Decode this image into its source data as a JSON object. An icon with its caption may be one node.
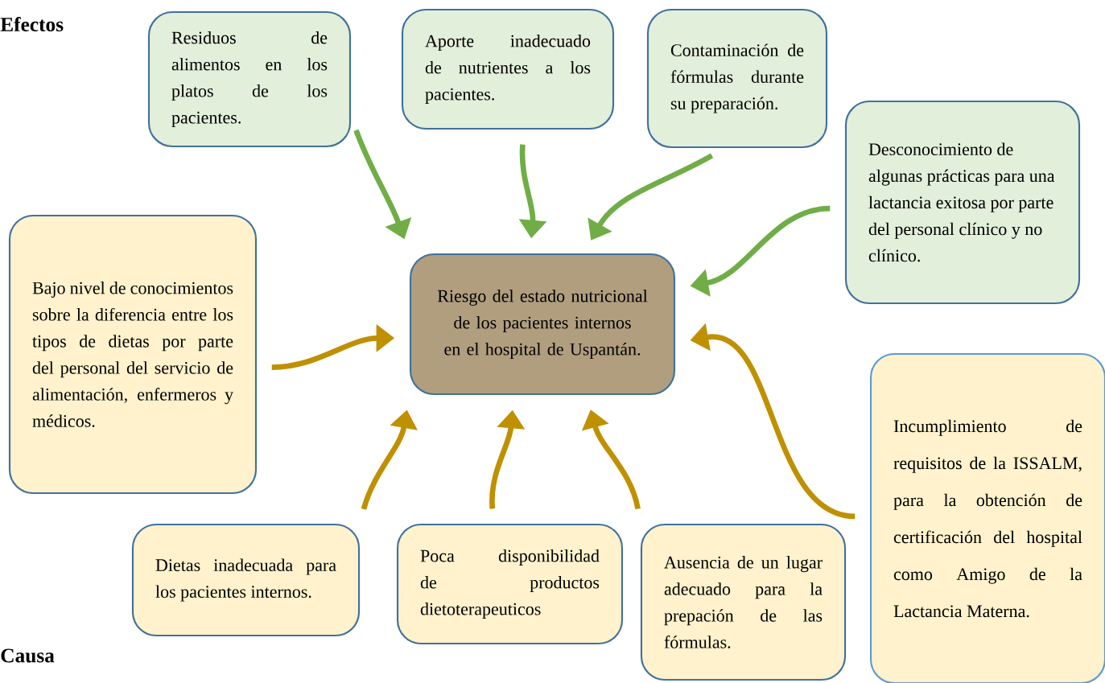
{
  "diagram": {
    "nodes": [
      {
        "text": [
          "Riesgo del estado nutricional de los pacientes internos en el hospital de Uspantán."
        ]
      },
      {
        "text": [
          "Residuos de alimentos en los platos de los pacientes."
        ]
      },
      {
        "text": [
          "Aporte inadecuado de nutrientes a los pacientes."
        ]
      },
      {
        "text": [
          "Contaminación de fórmulas durante su preparación."
        ]
      },
      {
        "text": [
          "Desconocimiento de algunas prácticas para una lactancia exitosa por parte del personal clínico y no clínico."
        ]
      },
      {
        "text": [
          "Bajo nivel de conocimientos sobre la diferencia entre los tipos de dietas por parte del personal del servicio de alimentación, enfermeros y médicos."
        ]
      },
      {
        "text": [
          "Dietas inadecuada para los pacientes internos."
        ]
      },
      {
        "text": [
          "Poca disponibilidad de productos dietoterapeuticos"
        ]
      },
      {
        "text": [
          "Ausencia de un lugar adecuado para la prepación de las fórmulas."
        ]
      },
      {
        "text": [
          "Incumplimiento de requisitos de la ISSALM, para la obtención de certificación del hospital como Amigo de la Lactancia Materna."
        ]
      }
    ],
    "edges": [
      {
        "from": 1,
        "to": 0,
        "arrow": "to",
        "color": "#70ad47"
      },
      {
        "from": 2,
        "to": 0,
        "arrow": "to",
        "color": "#70ad47"
      },
      {
        "from": 3,
        "to": 0,
        "arrow": "to",
        "color": "#70ad47"
      },
      {
        "from": 4,
        "to": 0,
        "arrow": "to",
        "color": "#70ad47"
      },
      {
        "from": 5,
        "to": 0,
        "arrow": "to"
      },
      {
        "from": 6,
        "to": 0,
        "arrow": "to"
      },
      {
        "from": 7,
        "to": 0,
        "arrow": "to"
      },
      {
        "from": 8,
        "to": 0,
        "arrow": "to"
      },
      {
        "from": 9,
        "to": 0,
        "arrow": "to"
      }
    ],
    "labels": [
      "Efectos",
      "Causa"
    ]
  }
}
